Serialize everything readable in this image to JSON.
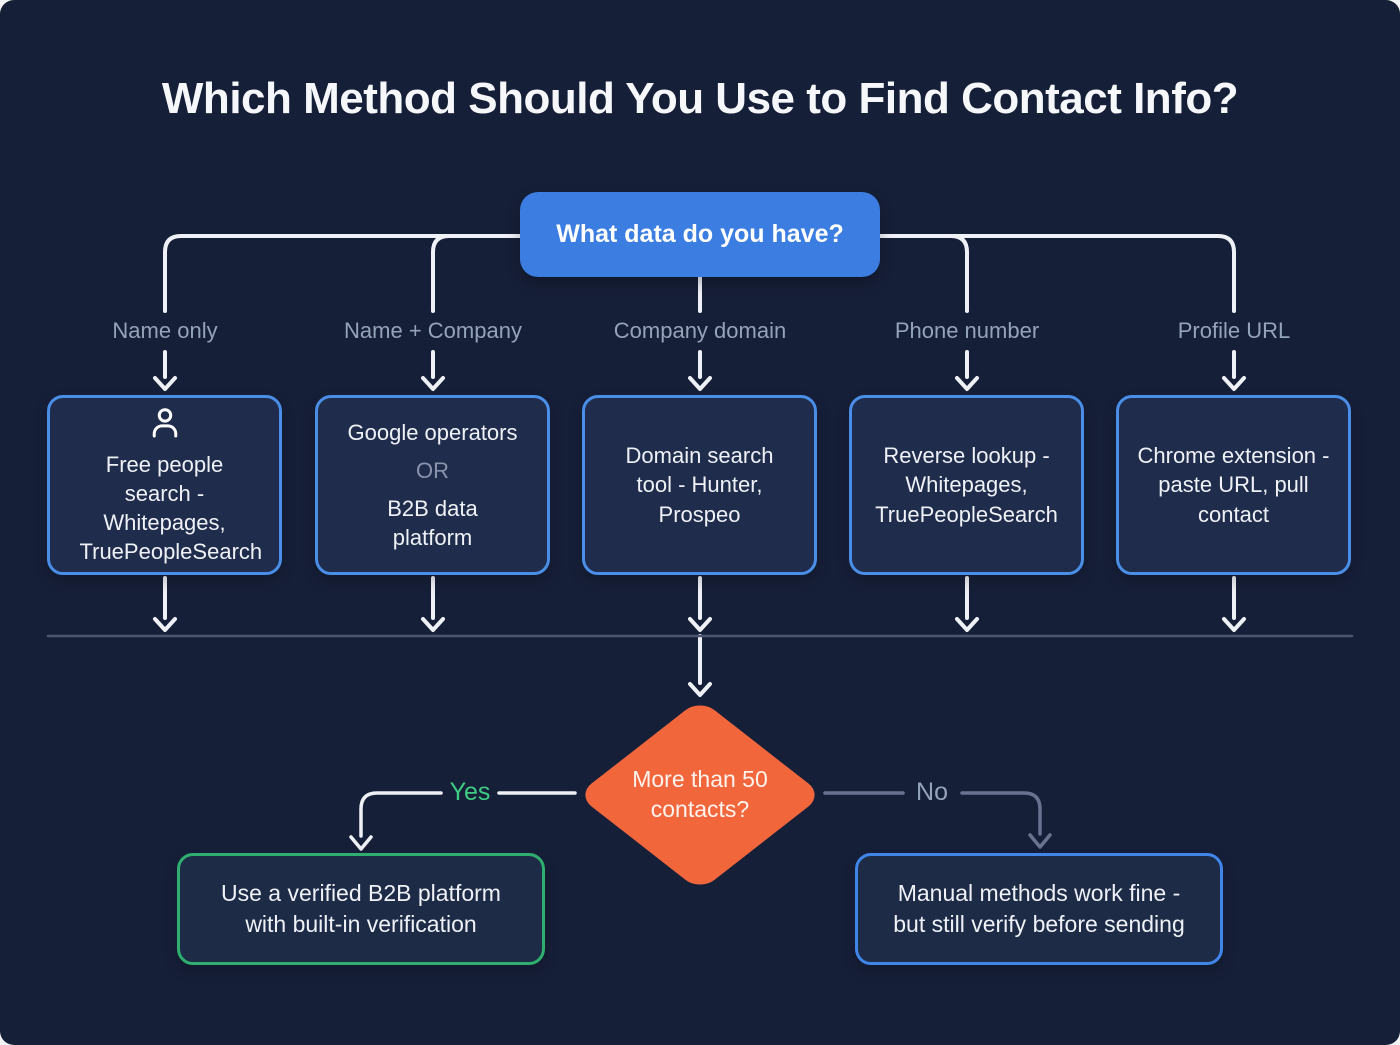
{
  "title": "Which Method Should You Use to Find Contact Info?",
  "root_question": "What data do you have?",
  "branches": [
    {
      "label": "Name only",
      "icon": "person-icon",
      "text": "Free people search - Whitepages, TruePeopleSearch"
    },
    {
      "label": "Name + Company",
      "text_top": "Google operators",
      "connector_word": "OR",
      "text_bottom": "B2B data platform"
    },
    {
      "label": "Company domain",
      "text": "Domain search tool - Hunter, Prospeo"
    },
    {
      "label": "Phone number",
      "text": "Reverse lookup - Whitepages, TruePeopleSearch"
    },
    {
      "label": "Profile URL",
      "text": "Chrome extension - paste URL, pull contact"
    }
  ],
  "decision": {
    "question": "More than 50 contacts?",
    "yes_label": "Yes",
    "no_label": "No"
  },
  "outcomes": {
    "yes_text": "Use a verified B2B platform with built-in verification",
    "no_text": "Manual methods work fine - but still verify before sending"
  },
  "colors": {
    "background": "#161f38",
    "node_fill": "#1f2c4b",
    "node_border_blue": "#4a8ee8",
    "root_fill": "#3b7de0",
    "diamond_orange": "#f2663c",
    "yes_green": "#3ecb82",
    "outcome_yes_border": "#2fae6f",
    "outcome_no_border": "#3f86e8",
    "label_slate": "#94a3b8",
    "connector_white": "#eef1f6",
    "connector_slate": "#68748f",
    "separator_line": "#4d5670"
  }
}
